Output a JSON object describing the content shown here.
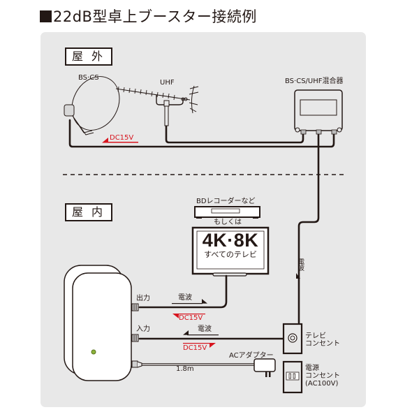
{
  "title": "22dB型卓上ブースター接続例",
  "colors": {
    "panel_bg": "#e8e8e8",
    "line": "#231815",
    "accent_red": "#d7141e",
    "led_green": "#8db33a"
  },
  "outdoor": {
    "area_label": "屋外",
    "bs_cs_label": "BS·CS",
    "uhf_label": "UHF",
    "mixer_label": "BS·CS/UHF混合器",
    "dc_label": "DC15V"
  },
  "indoor": {
    "area_label": "屋内",
    "recorder_label": "BDレコーダーなど",
    "or_label": "もしくは",
    "tv_big": "4K·8K",
    "tv_small": "すべてのテレビ",
    "vertical_wave_label": "電波",
    "booster": {
      "output_label": "出力",
      "input_label": "入力",
      "cable_length": "1.8m"
    },
    "output_wave_label": "電波",
    "output_dc_label": "DC15V",
    "input_wave_label": "電波",
    "input_dc_label": "DC15V",
    "ac_adapter_label": "ACアダプター",
    "tv_outlet_label_1": "テレビ",
    "tv_outlet_label_2": "コンセント",
    "power_outlet_label_1": "電源",
    "power_outlet_label_2": "コンセント",
    "power_outlet_label_3": "(AC100V)"
  }
}
